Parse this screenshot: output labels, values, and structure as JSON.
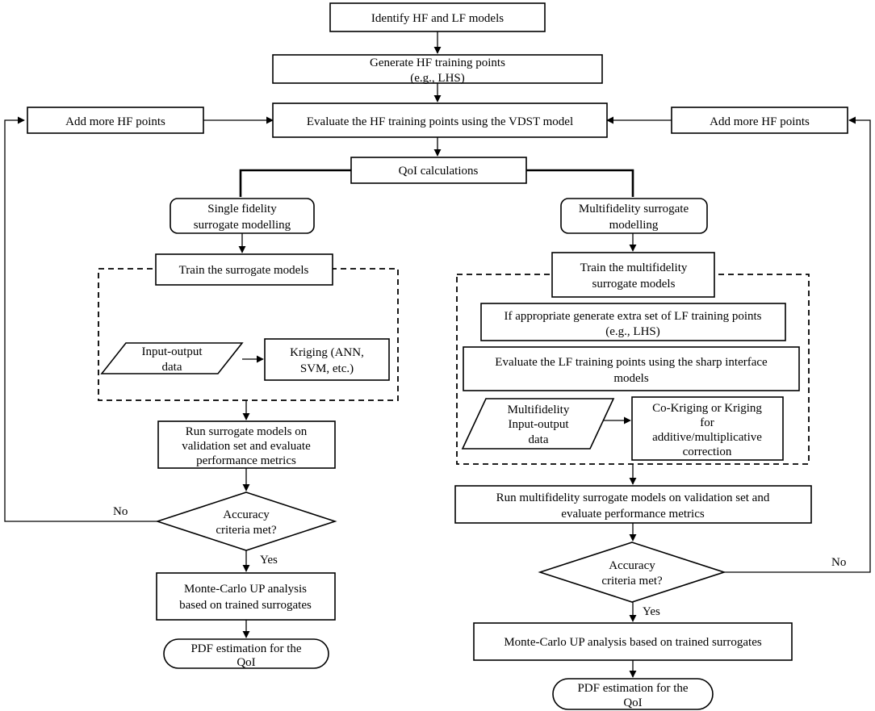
{
  "nodes": {
    "identify": [
      "Identify HF and LF models"
    ],
    "generate": [
      "Generate HF training points",
      "(e.g., LHS)"
    ],
    "evaluate_hf": [
      "Evaluate the HF training points using the VDST model"
    ],
    "add_left": [
      "Add more HF points"
    ],
    "add_right": [
      "Add more HF points"
    ],
    "qoi": [
      "QoI calculations"
    ],
    "sf": [
      "Single fidelity",
      "surrogate modelling"
    ],
    "mf": [
      "Multifidelity surrogate",
      "modelling"
    ],
    "train_sf": [
      "Train the surrogate models"
    ],
    "io_sf": [
      "Input-output",
      "data"
    ],
    "kriging": [
      "Kriging (ANN,",
      "SVM, etc.)"
    ],
    "train_mf": [
      "Train the multifidelity",
      "surrogate models"
    ],
    "gen_lf": [
      "If appropriate generate extra set of LF training points",
      "(e.g., LHS)"
    ],
    "eval_lf": [
      "Evaluate the LF training points using the sharp interface",
      "models"
    ],
    "io_mf": [
      "Multifidelity",
      "Input-output",
      "data"
    ],
    "cokriging": [
      "Co-Kriging or Kriging",
      "for",
      "additive/multiplicative",
      "correction"
    ],
    "run_sf": [
      "Run surrogate models on",
      "validation set and evaluate",
      "performance metrics"
    ],
    "run_mf": [
      "Run multifidelity surrogate models on validation set and",
      "evaluate performance metrics"
    ],
    "acc_sf": [
      "Accuracy",
      "criteria met?"
    ],
    "acc_mf": [
      "Accuracy",
      "criteria met?"
    ],
    "mc_sf": [
      "Monte-Carlo UP analysis",
      "based on trained surrogates"
    ],
    "mc_mf": [
      "Monte-Carlo UP analysis based on trained surrogates"
    ],
    "pdf_sf": [
      "PDF estimation for the",
      "QoI"
    ],
    "pdf_mf": [
      "PDF estimation for the",
      "QoI"
    ]
  },
  "edge_labels": {
    "no_left": "No",
    "no_right": "No",
    "yes_left": "Yes",
    "yes_right": "Yes"
  }
}
